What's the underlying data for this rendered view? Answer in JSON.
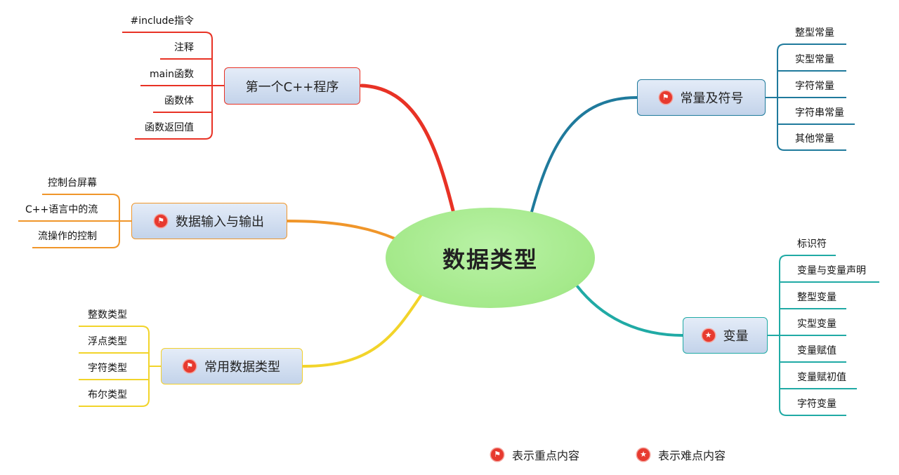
{
  "central": {
    "label": "数据类型",
    "color": "#a4e98a"
  },
  "branches": {
    "first_program": {
      "label": "第一个C++程序",
      "icon": "",
      "color": "#e83225",
      "items": [
        "#include指令",
        "注释",
        "main函数",
        "函数体",
        "函数返回值"
      ]
    },
    "io": {
      "label": "数据输入与输出",
      "icon": "flag-icon",
      "color": "#f0962a",
      "items": [
        "控制台屏幕",
        "C++语言中的流",
        "流操作的控制"
      ]
    },
    "common_types": {
      "label": "常用数据类型",
      "icon": "flag-icon",
      "color": "#f2cf2a",
      "items": [
        "整数类型",
        "浮点类型",
        "字符类型",
        "布尔类型"
      ]
    },
    "constants": {
      "label": "常量及符号",
      "icon": "flag-icon",
      "color": "#1f7a9c",
      "items": [
        "整型常量",
        "实型常量",
        "字符常量",
        "字符串常量",
        "其他常量"
      ]
    },
    "variables": {
      "label": "变量",
      "icon": "star-icon",
      "color": "#20aaa5",
      "items": [
        "标识符",
        "变量与变量声明",
        "整型变量",
        "实型变量",
        "变量赋值",
        "变量赋初值",
        "字符变量"
      ]
    }
  },
  "legend": {
    "key_point": {
      "icon": "flag-icon",
      "label": "表示重点内容"
    },
    "difficult_point": {
      "icon": "star-icon",
      "label": "表示难点内容"
    }
  },
  "icon_glyphs": {
    "flag": "⚑",
    "star": "★"
  },
  "marker_color": "#e73a2f"
}
